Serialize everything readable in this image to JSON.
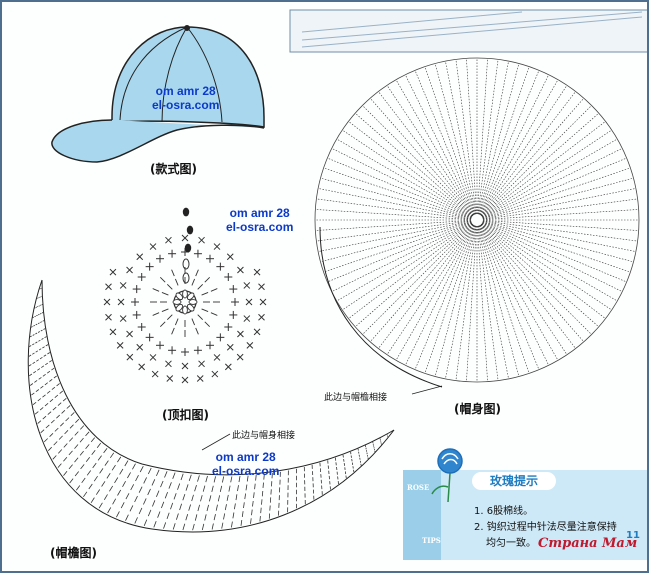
{
  "captions": {
    "cap_style": "(款式图)",
    "cap_button": "(顶扣图)",
    "cap_body": "(帽身图)",
    "cap_brim": "(帽檐图)"
  },
  "watermark": {
    "line1": "om amr 28",
    "line2": "el-osra.com"
  },
  "notes": {
    "body_join": "此边与帽檐相接",
    "brim_join": "此边与帽身相接"
  },
  "tips": {
    "title": "玫瑰提示",
    "badge_top": "ROSE",
    "badge_bottom": "TIPS",
    "line1": "1. 6股棉线。",
    "line2": "2. 钩织过程中针法尽量注意保持",
    "line3": "均匀一致。",
    "page_no": "11"
  },
  "site_watermark": "Страна Мам",
  "colors": {
    "cap_fill": "#a9d8ee",
    "ink": "#222222",
    "watermark": "#0b39c9",
    "tips_bg": "#cde8f6",
    "tips_title": "#1e7cc1",
    "site_wm": "#c0182c"
  },
  "icons": [
    "cap-illustration",
    "rose-icon",
    "top-button-chart",
    "brim-chart",
    "body-chart"
  ]
}
